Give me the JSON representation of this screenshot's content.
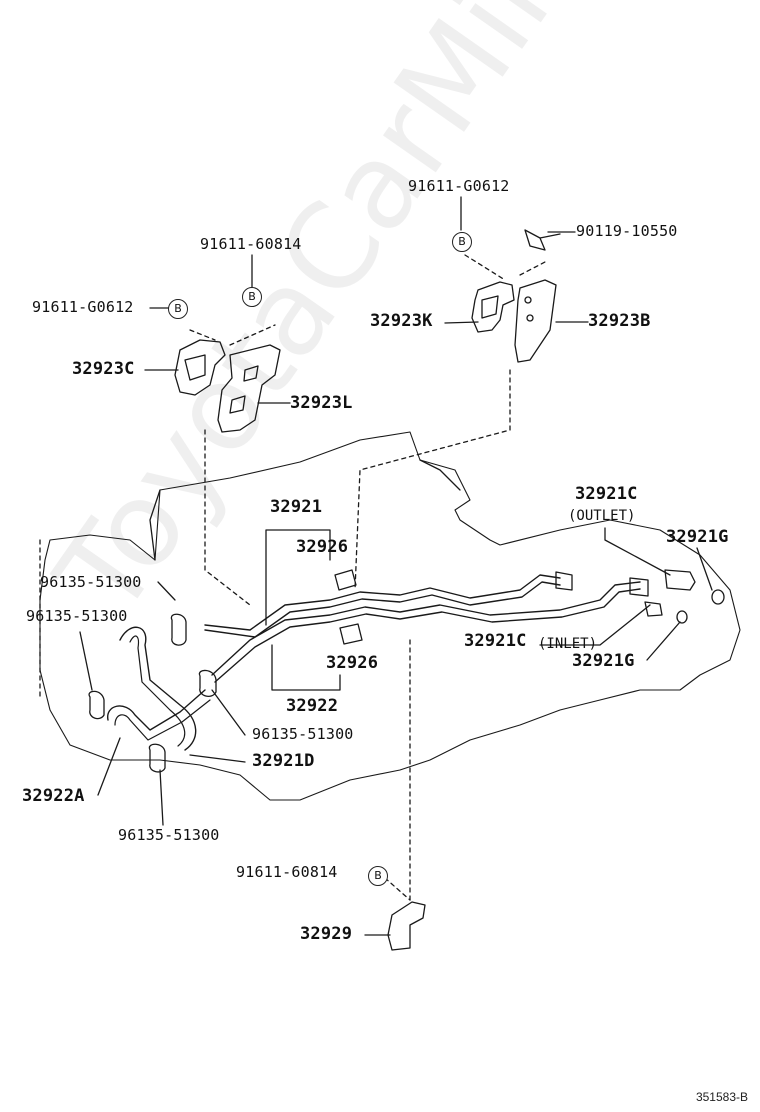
{
  "watermark": "ToyotaCarMike.ru",
  "catalog_code": "351583-B",
  "bolt_marker_letter": "B",
  "parts": {
    "p91611_g0612_right": "91611-G0612",
    "p90119_10550": "90119-10550",
    "p32923k": "32923K",
    "p32923b": "32923B",
    "p91611_60814_top": "91611-60814",
    "p91611_g0612_left": "91611-G0612",
    "p32923c": "32923C",
    "p32923l": "32923L",
    "p32921": "32921",
    "p32926_upper": "32926",
    "p32926_lower": "32926",
    "p32922": "32922",
    "p32921c_outlet": "32921C",
    "p32921g_upper": "32921G",
    "p32921c_inlet": "32921C",
    "p32921g_lower": "32921G",
    "p96135_a": "96135-51300",
    "p96135_b": "96135-51300",
    "p96135_c": "96135-51300",
    "p96135_d": "96135-51300",
    "p32921d": "32921D",
    "p32922a": "32922A",
    "p91611_60814_bottom": "91611-60814",
    "p32929": "32929"
  },
  "notes": {
    "outlet": "(OUTLET)",
    "inlet": "(INLET)"
  }
}
